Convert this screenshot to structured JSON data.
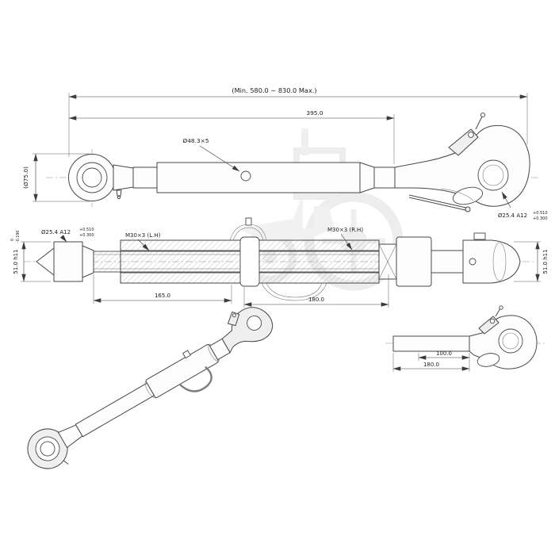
{
  "page": {
    "background": "#ffffff",
    "line_color": "#474747",
    "dimension_color": "#3c3c3c",
    "watermark_color": "#e3e3e3"
  },
  "views": {
    "side": {
      "overall_dim": "(Min. 580.0 ~ 830.0 Max.)",
      "partial_dim": "395.0",
      "tube_dim": "Ø48.3×5",
      "eye_dim": "(Ø75.0)",
      "hook_hole_dim": "Ø25.4 A12",
      "hook_hole_tol_upper": "+0.510",
      "hook_hole_tol_lower": "+0.300"
    },
    "section": {
      "pin_dim": "Ø25.4 A12",
      "pin_tol_upper": "+0.510",
      "pin_tol_lower": "+0.300",
      "left_thread": "M30×3 (L.H)",
      "right_thread": "M30×3 (R.H)",
      "left_width_dim": "51.0 h11",
      "left_width_tol_upper": "0",
      "left_width_tol_lower": "-0.190",
      "right_width_dim": "51.0 h11",
      "left_length_dim": "165.0",
      "right_length_dim": "180.0"
    },
    "hook": {
      "shank_dim": "100.0",
      "total_dim": "180.0"
    }
  }
}
